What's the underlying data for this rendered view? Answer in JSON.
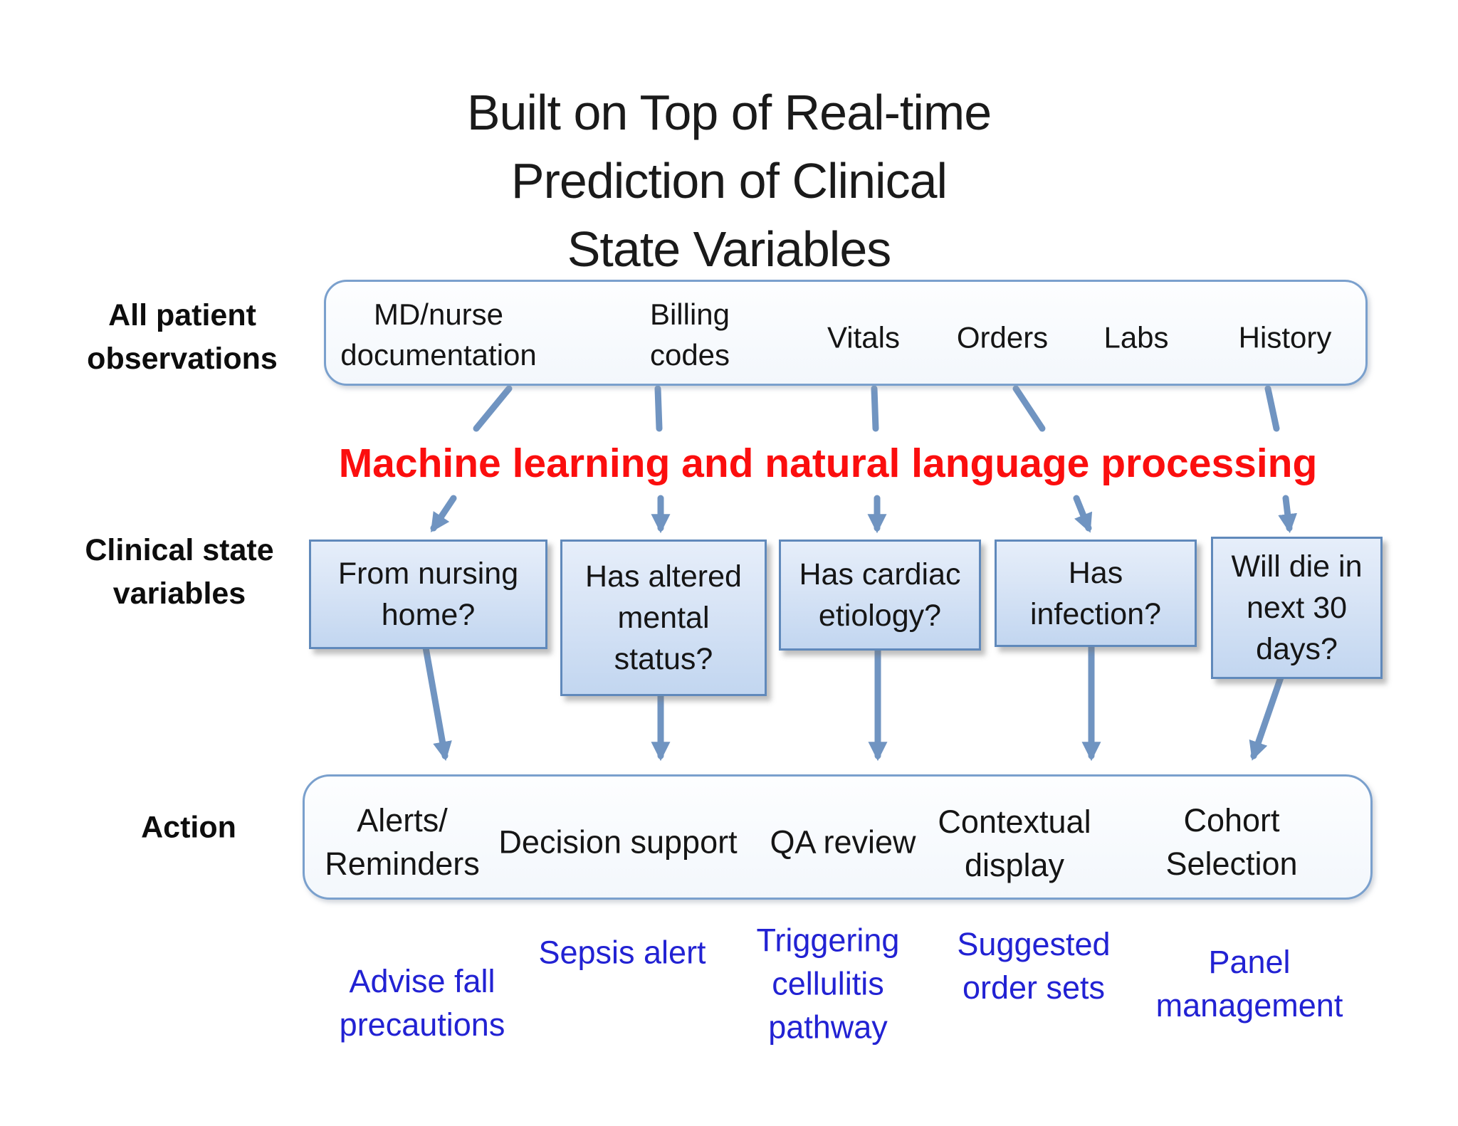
{
  "title": "Built on Top of Real-time Prediction of Clinical\nState Variables",
  "colors": {
    "accent_red": "#fb0e0e",
    "example_blue": "#2222d3",
    "arrow_blue": "#7094c1",
    "box_border_blue": "#6089bb",
    "container_border_blue": "#7aa0cd",
    "clinical_fill_top": "#e6eefa",
    "clinical_fill_bottom": "#c2d6f0",
    "text_black": "#151515"
  },
  "rows": {
    "observations": {
      "label": "All patient\nobservations",
      "items": [
        "MD/nurse\ndocumentation",
        "Billing\ncodes",
        "Vitals",
        "Orders",
        "Labs",
        "History"
      ]
    },
    "ml_banner": "Machine learning and natural language processing",
    "clinical": {
      "label": "Clinical state\nvariables",
      "items": [
        "From nursing\nhome?",
        "Has altered\nmental\nstatus?",
        "Has cardiac\netiology?",
        "Has\ninfection?",
        "Will die in\nnext 30\ndays?"
      ]
    },
    "action": {
      "label": "Action",
      "items": [
        "Alerts/\nReminders",
        "Decision support",
        "QA review",
        "Contextual\ndisplay",
        "Cohort Selection"
      ]
    },
    "examples": [
      "Advise fall\nprecautions",
      "Sepsis alert",
      "Triggering\ncellulitis\npathway",
      "Suggested\norder sets",
      "Panel\nmanagement"
    ]
  }
}
